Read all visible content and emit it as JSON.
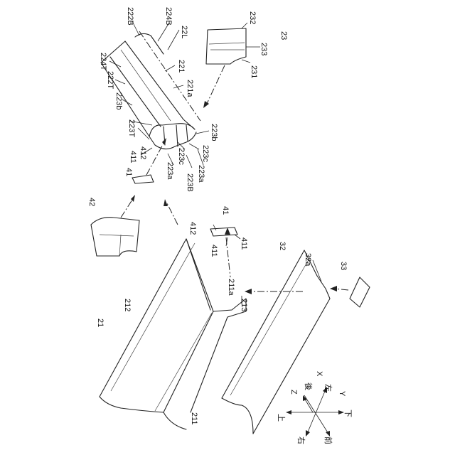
{
  "labels": {
    "l222B": "222B",
    "l224B": "224B",
    "l22L": "22L",
    "l224T": "224T",
    "l221": "221",
    "l222T": "222T",
    "l221a": "221a",
    "l223b_top": "223b",
    "l223b_right": "223b",
    "l223T": "223T",
    "l412_top": "412",
    "l411_top": "411",
    "l41_top": "41",
    "l223a_left": "223a",
    "l223c_left": "223c",
    "l223c_right": "223c",
    "l223B": "223B",
    "l223a_right": "223a",
    "l232": "232",
    "l23": "23",
    "l233": "233",
    "l231": "231",
    "l42": "42",
    "l41_mid": "41",
    "l412_mid": "412",
    "l411_mid_left": "411",
    "l411_mid_right": "411",
    "l211a": "211a",
    "l213": "213",
    "l212": "212",
    "l21": "21",
    "l211": "211",
    "l32": "32",
    "l32a": "32a",
    "l33": "33"
  },
  "axes": {
    "up": "上",
    "down": "下",
    "right": "右",
    "left": "左",
    "front": "前",
    "back": "後",
    "x": "X",
    "y": "Y",
    "z": "Z"
  }
}
